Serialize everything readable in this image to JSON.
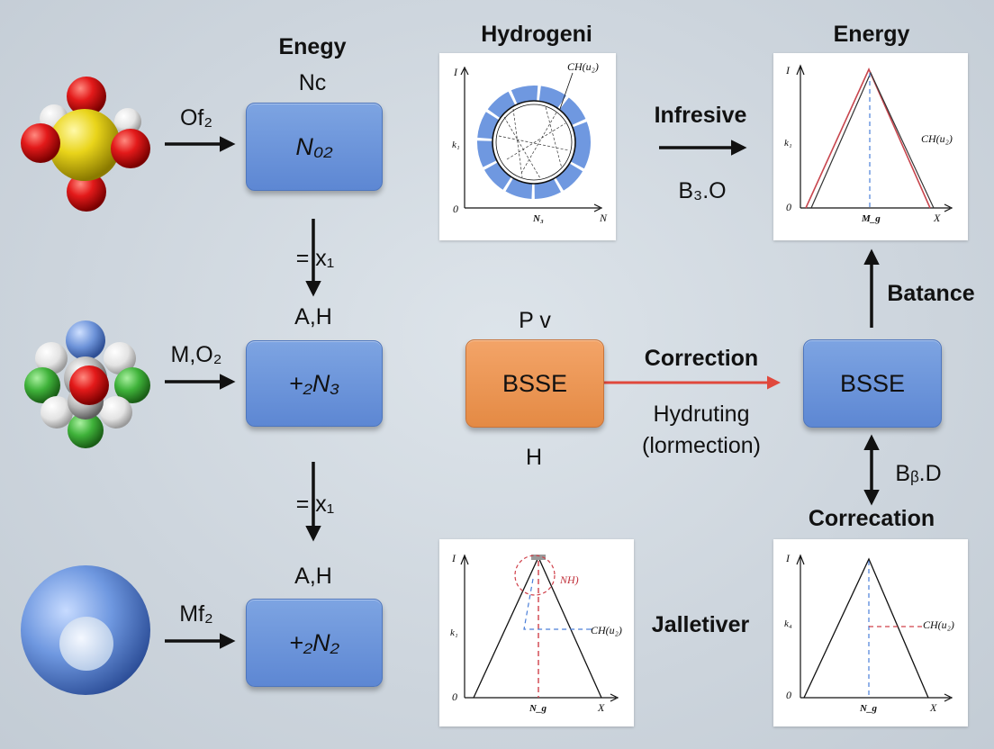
{
  "row1": {
    "molecule_label": "Of₂",
    "title": "Enegy",
    "subtitle": "Nc",
    "box": "N₀₂"
  },
  "step1": {
    "label": "= x₁"
  },
  "row2": {
    "molecule_label": "M,O₂",
    "top_label": "A,H",
    "box": "+₂N₃"
  },
  "step2": {
    "label": "= x₁"
  },
  "row3": {
    "molecule_label": "Mf₂",
    "top_label": "A,H",
    "box": "+₂N₂"
  },
  "top_panel": {
    "title": "Hydrogeni",
    "y_top": "I",
    "y_mid": "k₁",
    "origin": "0",
    "x_mid": "N₃",
    "x_end": "N",
    "annotation": "CH(u₂)"
  },
  "top_arrow": {
    "label_top": "Infresive",
    "label_bottom": "B₃.O"
  },
  "energy_panel": {
    "title": "Energy",
    "y_top": "I",
    "y_mid": "k₁",
    "origin": "0",
    "x_mid": "M_g",
    "x_end": "X",
    "annotation": "CH(u₂)"
  },
  "center": {
    "label_top": "P v",
    "box": "BSSE",
    "label_bottom": "H",
    "arrow_top": "Correction",
    "arrow_bottom_line1": "Hydruting",
    "arrow_bottom_line2": "(lormection)"
  },
  "right": {
    "box": "BSSE",
    "up_label": "Batance",
    "down_label": "Bᵦ.D",
    "title_lower": "Correcation"
  },
  "bottom_mid_panel": {
    "y_top": "I",
    "y_mid": "k₁",
    "origin": "0",
    "x_mid": "N_g",
    "x_end": "X",
    "annotation1": "NH)",
    "annotation2": "CH(u₂)"
  },
  "bottom_label": "Jalletiver",
  "bottom_right_panel": {
    "y_top": "I",
    "y_mid": "k₄",
    "origin": "0",
    "x_mid": "N_g",
    "x_end": "X",
    "annotation": "CH(u₂)"
  },
  "colors": {
    "box_blue": "#6b93d8",
    "box_orange": "#ec9854",
    "correction_arrow": "#e0483c",
    "plot_red": "#d0404a",
    "plot_blue_dash": "#4a7ed8"
  }
}
